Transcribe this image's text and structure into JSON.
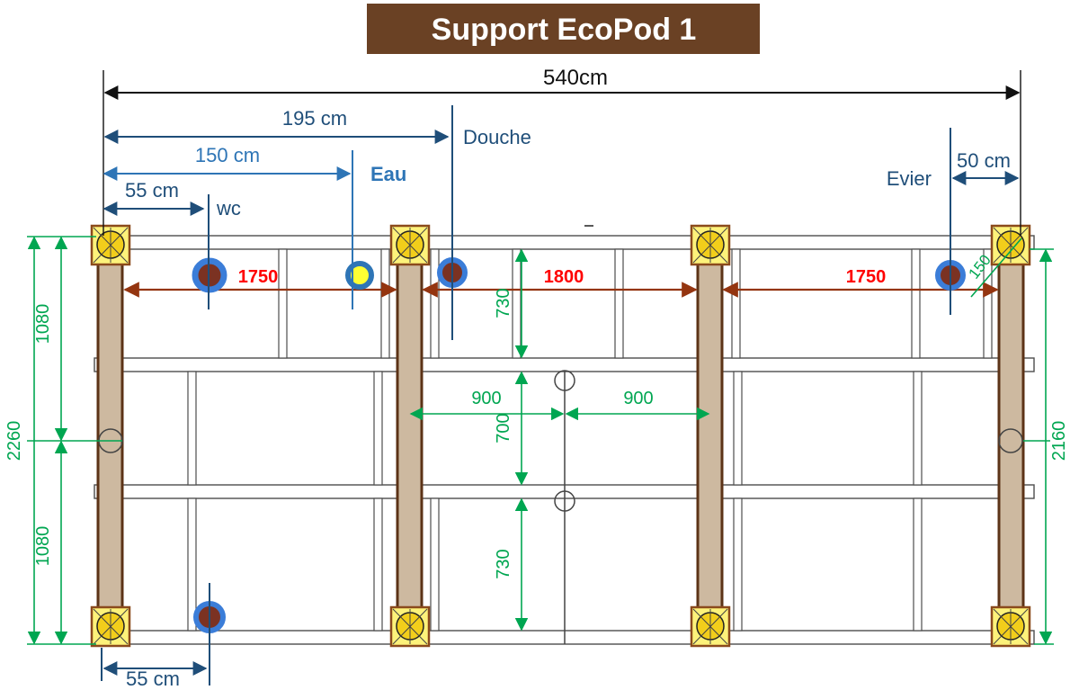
{
  "title": "Support EcoPod 1",
  "colors": {
    "title_bg": "#6a4124",
    "title_text": "#ffffff",
    "dim_black": "#111111",
    "dim_navy": "#1f4e79",
    "dim_blue": "#2e75b6",
    "dim_green": "#00a651",
    "dim_red_line": "#943510",
    "dim_red_text": "#ff0000",
    "beam_fill": "#cdb9a0",
    "beam_stroke": "#5c3317",
    "pad_fill": "#fdf27a",
    "pad_inner": "#f2ce1b",
    "point_ring_blue": "#3b7dd8",
    "point_fill_dark": "#7b3222",
    "point_fill_yellow": "#ffff33"
  },
  "dims": {
    "overall": "540cm",
    "douche": "195 cm",
    "eau": "150 cm",
    "wc_top": "55 cm",
    "evier": "50 cm",
    "wc_bottom": "55 cm",
    "span1": "1750",
    "span2": "1800",
    "span3": "1750",
    "row1": "730",
    "row2": "700",
    "row3": "730",
    "mid_left": "900",
    "mid_right": "900",
    "left_upper": "1080",
    "left_lower": "1080",
    "left_total": "2260",
    "right_total": "2160",
    "corner": "150"
  },
  "labels": {
    "douche": "Douche",
    "eau": "Eau",
    "wc": "wc",
    "evier": "Evier"
  }
}
